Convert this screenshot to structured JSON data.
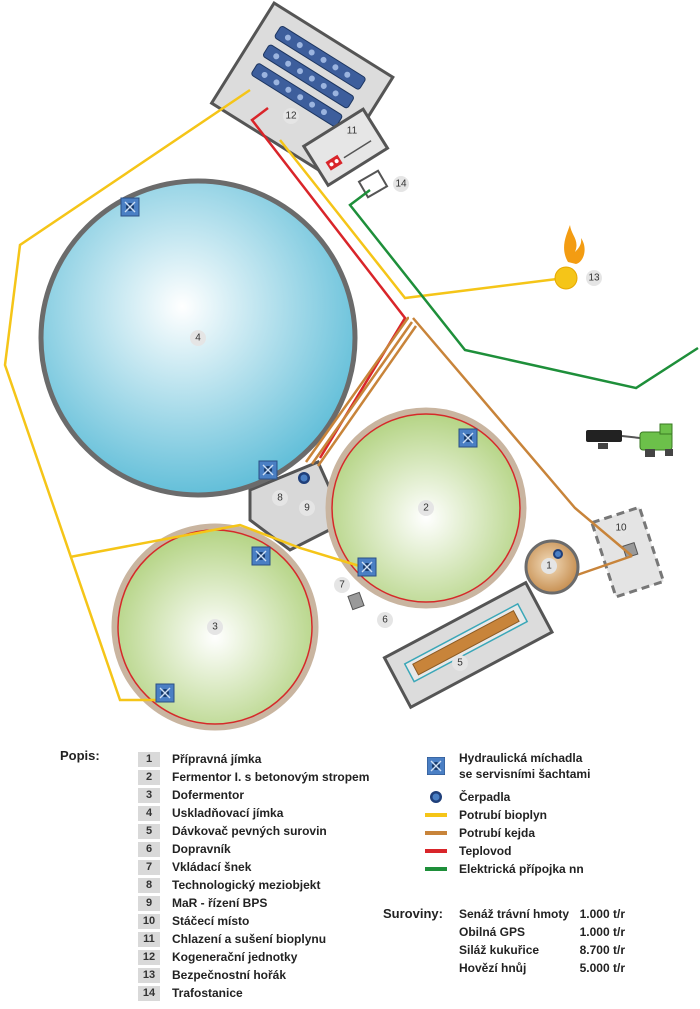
{
  "diagram": {
    "tags": {
      "t1": "1",
      "t2": "2",
      "t3": "3",
      "t4": "4",
      "t5": "5",
      "t6": "6",
      "t7": "7",
      "t8": "8",
      "t9": "9",
      "t10": "10",
      "t11": "11",
      "t12": "12",
      "t13": "13",
      "t14": "14"
    }
  },
  "legend": {
    "title": "Popis:",
    "items": [
      {
        "num": "1",
        "label": "Přípravná jímka"
      },
      {
        "num": "2",
        "label": "Fermentor I. s betonovým stropem"
      },
      {
        "num": "3",
        "label": "Dofermentor"
      },
      {
        "num": "4",
        "label": "Uskladňovací jímka"
      },
      {
        "num": "5",
        "label": "Dávkovač pevných surovin"
      },
      {
        "num": "6",
        "label": "Dopravník"
      },
      {
        "num": "7",
        "label": "Vkládací šnek"
      },
      {
        "num": "8",
        "label": "Technologický meziobjekt"
      },
      {
        "num": "9",
        "label": "MaR - řízení BPS"
      },
      {
        "num": "10",
        "label": "Stáčecí místo"
      },
      {
        "num": "11",
        "label": "Chlazení a sušení bioplynu"
      },
      {
        "num": "12",
        "label": "Kogenerační jednotky"
      },
      {
        "num": "13",
        "label": "Bezpečnostní hořák"
      },
      {
        "num": "14",
        "label": "Trafostanice"
      }
    ],
    "keys": {
      "mixer_line1": "Hydraulická míchadla",
      "mixer_line2": "se servisními šachtami",
      "pump": "Čerpadla",
      "biogas": "Potrubí bioplyn",
      "slurry": "Potrubí kejda",
      "heat": "Teplovod",
      "power": "Elektrická přípojka nn"
    },
    "colors": {
      "biogas": "#f5c518",
      "slurry": "#c8843a",
      "heat": "#d9252a",
      "power": "#1e8f3a",
      "tank_storage": "#7ccbe0",
      "tank_fermenter": "#b9d98a"
    }
  },
  "suroviny": {
    "title": "Suroviny:",
    "rows": [
      {
        "name": "Senáž trávní hmoty",
        "amount": "1.000 t/r"
      },
      {
        "name": "Obilná GPS",
        "amount": "1.000 t/r"
      },
      {
        "name": "Siláž kukuřice",
        "amount": "8.700 t/r"
      },
      {
        "name": "Hovězí hnůj",
        "amount": "5.000 t/r"
      }
    ]
  }
}
